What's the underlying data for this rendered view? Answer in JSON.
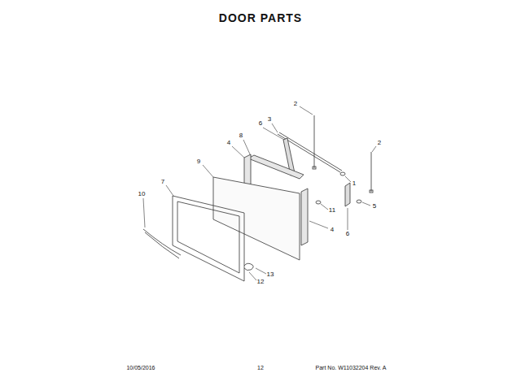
{
  "diagram": {
    "title": "DOOR PARTS",
    "labels": [
      "2",
      "3",
      "6",
      "8",
      "4",
      "9",
      "2",
      "7",
      "1",
      "10",
      "5",
      "11",
      "4",
      "6",
      "13",
      "12",
      "10/05/2016",
      "12",
      "Part No. W11032204 Rev. A"
    ]
  }
}
